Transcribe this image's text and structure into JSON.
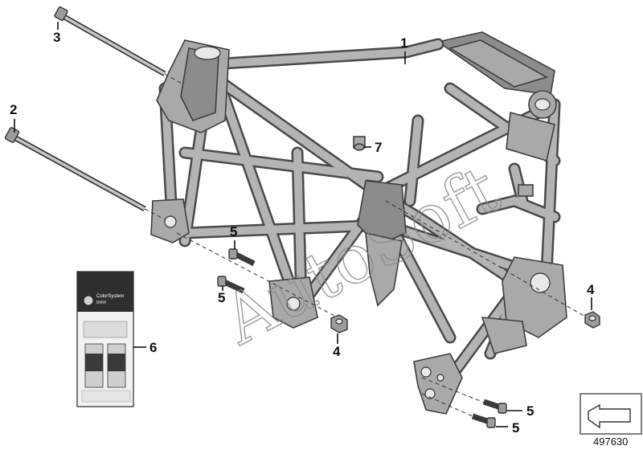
{
  "callouts": {
    "c1": "1",
    "c2": "2",
    "c3": "3",
    "c4a": "4",
    "c4b": "4",
    "c5a": "5",
    "c5b": "5",
    "c5c": "5",
    "c5d": "5",
    "c6": "6",
    "c7": "7"
  },
  "paint_kit": {
    "brand_line": "ColorSystem",
    "sub_line": "BMW"
  },
  "watermark": "AutoSoft",
  "reference_number": "497630",
  "colors": {
    "frame_dark": "#4a4a4a",
    "frame_light": "#b4b4b4",
    "background": "#ffffff"
  }
}
